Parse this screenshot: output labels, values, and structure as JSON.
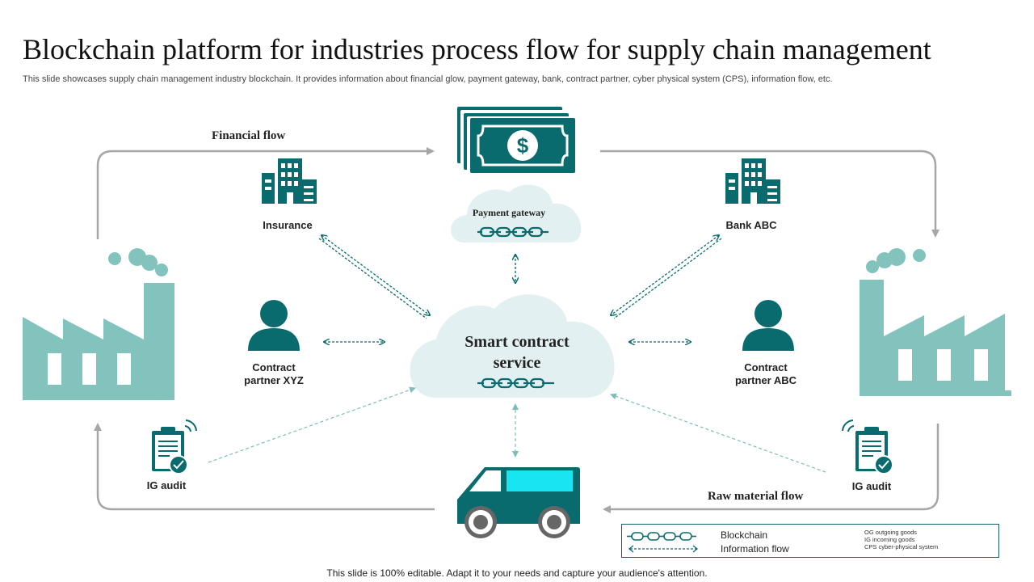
{
  "title": "Blockchain platform for industries process flow for supply chain management",
  "subtitle": "This slide showcases supply chain management industry blockchain. It provides information about financial glow, payment gateway, bank, contract partner, cyber physical system (CPS), information flow, etc.",
  "flows": {
    "financial": "Financial flow",
    "raw_material": "Raw material flow"
  },
  "nodes": {
    "insurance": "Insurance",
    "bank": "Bank ABC",
    "payment_gateway": "Payment gateway",
    "smart_contract_line1": "Smart contract",
    "smart_contract_line2": "service",
    "partner_xyz_line1": "Contract",
    "partner_xyz_line2": "partner XYZ",
    "partner_abc_line1": "Contract",
    "partner_abc_line2": "partner ABC",
    "ig_audit_left": "IG audit",
    "ig_audit_right": "IG audit"
  },
  "legend": {
    "blockchain": "Blockchain",
    "information_flow": "Information flow",
    "abbr": [
      "OG outgoing  goods",
      "IG incoming  goods",
      "CPS cyber-physical system"
    ]
  },
  "footer": "This slide is 100% editable. Adapt it to your needs and capture your audience's attention.",
  "colors": {
    "teal_dark": "#0a6b6e",
    "teal_light": "#82c4bd",
    "cloud": "#e3f0f1",
    "arrow_gray": "#a6a6a6",
    "van_window": "#17e5f2"
  }
}
